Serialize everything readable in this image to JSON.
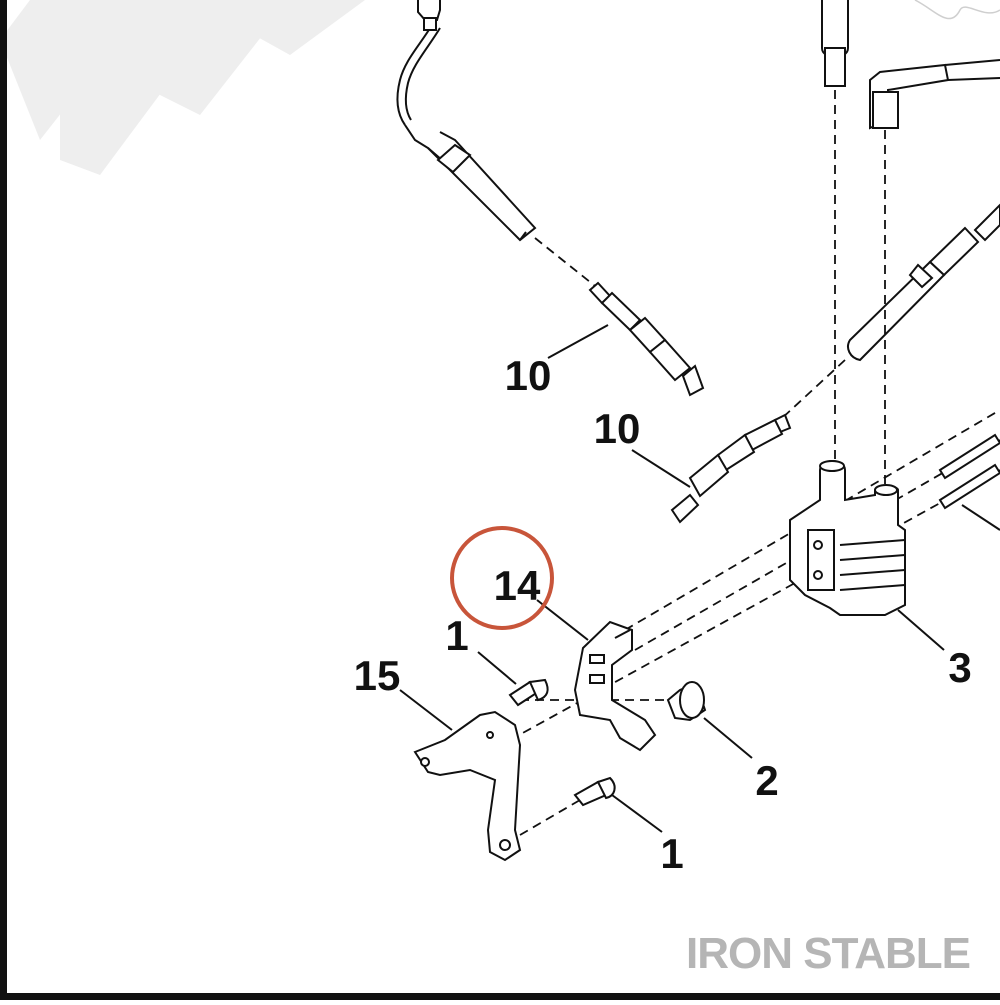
{
  "diagram": {
    "callouts": [
      {
        "id": "spark-plug-upper",
        "number": "10"
      },
      {
        "id": "spark-plug-lower",
        "number": "10"
      },
      {
        "id": "bracket",
        "number": "14"
      },
      {
        "id": "screw-upper",
        "number": "1"
      },
      {
        "id": "mount-plate",
        "number": "15"
      },
      {
        "id": "grommet",
        "number": "2"
      },
      {
        "id": "screw-lower",
        "number": "1"
      },
      {
        "id": "ignition-coil",
        "number": "3"
      }
    ],
    "highlight": {
      "target": "bracket",
      "color": "#c8553a"
    },
    "watermark_text": "IRON STABLE",
    "colors": {
      "line": "#111111",
      "watermark": "#b5b5b5",
      "stripes": "#eeeeee"
    }
  }
}
